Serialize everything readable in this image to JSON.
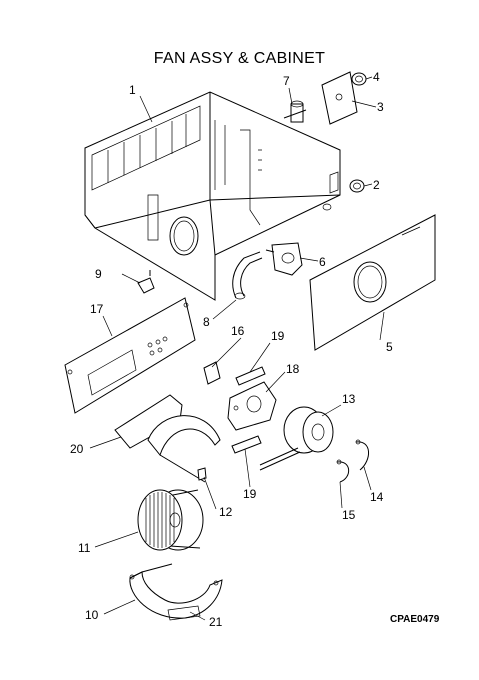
{
  "title": "FAN ASSY & CABINET",
  "drawing_code": "CPAE0479",
  "callouts": {
    "c1": "1",
    "c2": "2",
    "c3": "3",
    "c4": "4",
    "c5": "5",
    "c6": "6",
    "c7": "7",
    "c8": "8",
    "c9": "9",
    "c10": "10",
    "c11": "11",
    "c12": "12",
    "c13": "13",
    "c14": "14",
    "c15": "15",
    "c16": "16",
    "c17": "17",
    "c18": "18",
    "c19a": "19",
    "c19b": "19",
    "c20": "20",
    "c21": "21"
  }
}
